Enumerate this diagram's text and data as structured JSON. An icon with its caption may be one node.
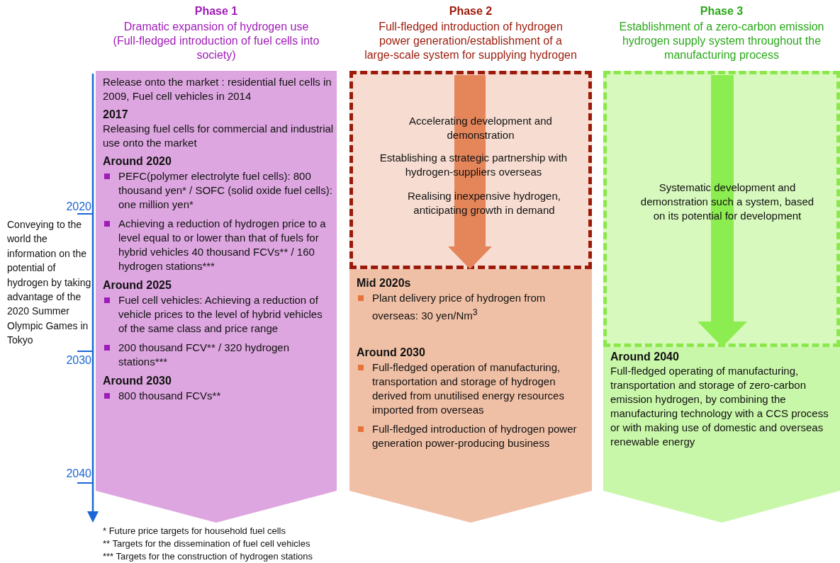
{
  "diagram": {
    "nodes": [
      {
        "text": [
          "Phase 1",
          "Dramatic expansion of hydrogen use (Full-fledged introduction of fuel cells into society)",
          "Release onto the market : residential fuel cells in 2009, Fuel cell vehicles in 2014",
          "2017",
          "Releasing fuel cells for commercial and industrial use onto the market",
          "Around 2020",
          "PEFC(polymer electrolyte fuel cells): 800 thousand yen* / SOFC (solid oxide fuel cells): one million yen*",
          "Achieving a reduction of hydrogen price to a level equal to or lower than that of fuels for hybrid vehicles 40 thousand FCVs** / 160 hydrogen stations***",
          "Around 2025",
          "Fuel cell vehicles: Achieving a reduction of vehicle prices to the level of hybrid vehicles of the same class and price range",
          "200 thousand FCV** / 320 hydrogen stations***",
          "Around 2030",
          "800 thousand FCVs**"
        ]
      },
      {
        "text": [
          "Phase 2",
          "Full-fledged introduction of hydrogen power generation/establishment of a large-scale system for supplying hydrogen",
          "Mid 2020s",
          "Plant delivery price of hydrogen from overseas: 30 yen/Nm$^{3}$",
          "Around 2030",
          "Full-fledged operation of manufacturing, transportation and storage of hydrogen derived from unutilised energy resources imported from overseas",
          "Full-fledged introduction of hydrogen power generation power-producing business"
        ]
      },
      {
        "text": [
          "Accelerating development and demonstration",
          "Establishing a strategic partnership with hydrogen-suppliers overseas",
          "Realising inexpensive hydrogen, anticipating growth in demand"
        ],
        "in": 1
      },
      {
        "text": [
          "Phase 3",
          "Establishment of a zero-carbon emission hydrogen supply system throughout the manufacturing process",
          "Around 2040",
          "Full-fledged operating of manufacturing, transportation and storage of zero-carbon emission hydrogen, by combining the manufacturing technology with a CCS process or with making use of domestic and overseas renewable energy"
        ]
      },
      {
        "text": [
          "Systematic development and demonstration such a system, based on its potential for development"
        ],
        "in": 3
      }
    ],
    "labels": [
      "2020",
      "Conveying to the world the information on the potential of hydrogen by taking advantage of the 2020 Summer Olympic Games in Tokyo",
      "2030",
      "2040",
      "* Future price targets for household fuel cells",
      "** Targets for the dissemination of fuel cell vehicles",
      "*** Targets for the construction of hydrogen stations"
    ]
  }
}
